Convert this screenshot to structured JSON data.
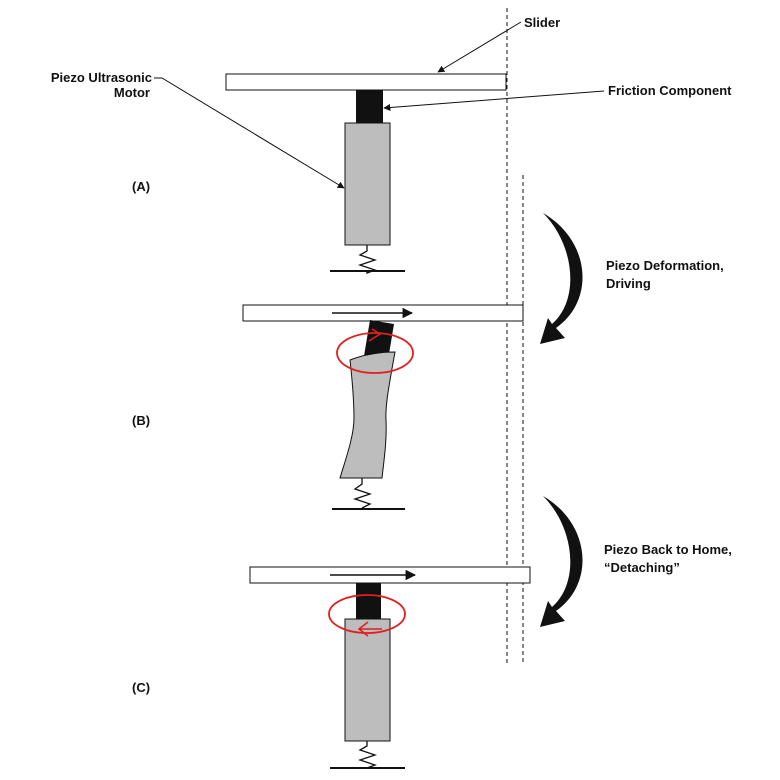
{
  "labels": {
    "slider": "Slider",
    "motor_line1": "Piezo Ultrasonic",
    "motor_line2": "Motor",
    "friction": "Friction Component",
    "deform_line1": "Piezo Deformation,",
    "deform_line2": "Driving",
    "home_line1": "Piezo Back to Home,",
    "home_line2": "“Detaching”"
  },
  "stages": {
    "a": "(A)",
    "b": "(B)",
    "c": "(C)"
  },
  "colors": {
    "stroke": "#111111",
    "piezo_fill": "#bdbdbd",
    "friction_fill": "#111111",
    "highlight": "#e02020"
  }
}
